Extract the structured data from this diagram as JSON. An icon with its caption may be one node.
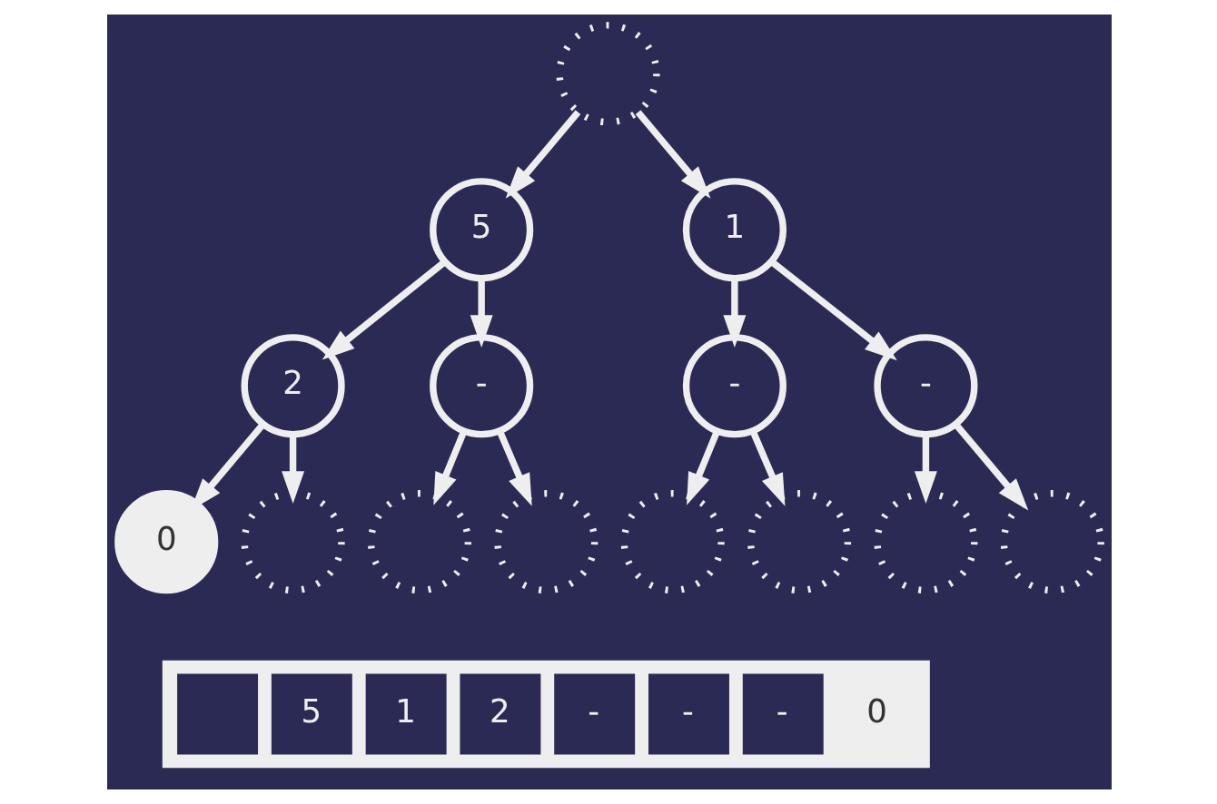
{
  "diagram": {
    "nodes": [
      {
        "text": [],
        "shape": "circle"
      },
      {
        "text": [
          "5"
        ]
      },
      {
        "text": [
          "1"
        ]
      },
      {
        "text": [
          "2"
        ]
      },
      {
        "text": [
          "-"
        ]
      },
      {
        "text": [
          "-"
        ]
      },
      {
        "text": [
          "-"
        ]
      },
      {
        "text": [
          "0"
        ]
      },
      {
        "text": [],
        "shape": "circle"
      },
      {
        "text": [],
        "shape": "circle"
      },
      {
        "text": [],
        "shape": "circle"
      },
      {
        "text": [],
        "shape": "circle"
      },
      {
        "text": [],
        "shape": "circle"
      },
      {
        "text": [],
        "shape": "circle"
      },
      {
        "text": [],
        "shape": "circle"
      }
    ],
    "edges": [
      {
        "from": 0,
        "to": 1,
        "arrow": "to"
      },
      {
        "from": 0,
        "to": 2,
        "arrow": "to"
      },
      {
        "from": 1,
        "to": 3,
        "arrow": "to"
      },
      {
        "from": 1,
        "to": 4,
        "arrow": "to"
      },
      {
        "from": 2,
        "to": 5,
        "arrow": "to"
      },
      {
        "from": 2,
        "to": 6,
        "arrow": "to"
      },
      {
        "from": 3,
        "to": 7,
        "arrow": "to"
      },
      {
        "from": 3,
        "to": 8,
        "arrow": "to"
      },
      {
        "from": 4,
        "to": 9,
        "arrow": "to"
      },
      {
        "from": 4,
        "to": 10,
        "arrow": "to"
      },
      {
        "from": 5,
        "to": 11,
        "arrow": "to"
      },
      {
        "from": 5,
        "to": 12,
        "arrow": "to"
      },
      {
        "from": 6,
        "to": 13,
        "arrow": "to"
      },
      {
        "from": 6,
        "to": 14,
        "arrow": "to"
      }
    ],
    "labels": [
      "5",
      "1",
      "2",
      "-",
      "-",
      "-",
      "0"
    ]
  }
}
